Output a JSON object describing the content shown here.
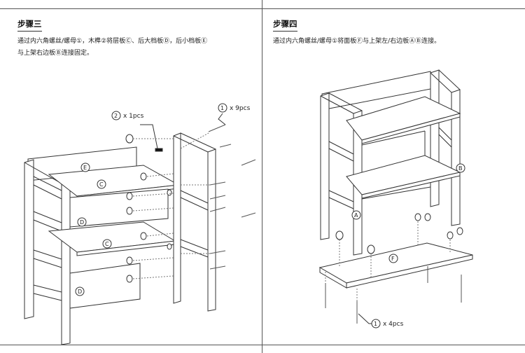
{
  "left": {
    "title": "步骤三",
    "desc_line1": "通过内六角螺丝/螺母①，木榫②将层板Ⓒ、后大档板Ⓓ，后小档板Ⓔ",
    "desc_line2": "与上架右边板Ⓑ连接固定。",
    "callout_screw": "x 9pcs",
    "callout_dowel": "x 1pcs",
    "screw_num": "1",
    "dowel_num": "2",
    "part_e": "E",
    "part_c1": "C",
    "part_c2": "C",
    "part_d1": "D",
    "part_d2": "D"
  },
  "right": {
    "title": "步骤四",
    "desc_line1": "通过内六角螺丝/螺母①将面板Ⓕ与上架左/右边板ⒶⒷ连接。",
    "callout_screw": "x 4pcs",
    "screw_num": "1",
    "part_a": "A",
    "part_b": "B",
    "part_f": "F"
  }
}
